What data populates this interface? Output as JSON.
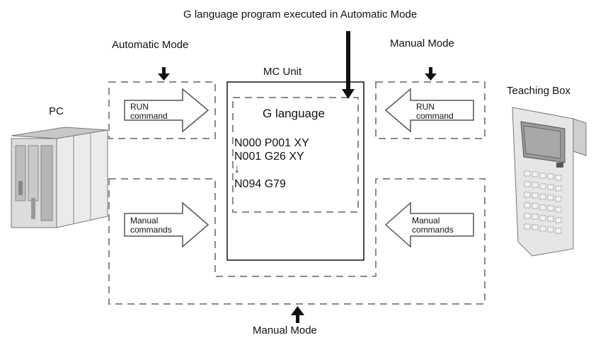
{
  "top_caption": "G language program executed in Automatic Mode",
  "left_mode_label": "Automatic Mode",
  "right_mode_label": "Manual Mode",
  "bottom_mode_label": "Manual Mode",
  "mc_unit": {
    "title": "MC Unit",
    "program_title": "G language",
    "program_lines": [
      "N000 P001 XY",
      "N001 G26 XY",
      "↓",
      "N094 G79"
    ]
  },
  "pc_label": "PC",
  "teaching_box_label": "Teaching Box",
  "arrows": {
    "left_run": [
      "RUN",
      "command"
    ],
    "left_manual": [
      "Manual",
      "commands"
    ],
    "right_run": [
      "RUN",
      "command"
    ],
    "right_manual": [
      "Manual",
      "commands"
    ]
  },
  "colors": {
    "line": "#111111",
    "dash": "#8a8a8a",
    "device_body": "#d9d9d9",
    "device_dark": "#9a9a9a"
  }
}
